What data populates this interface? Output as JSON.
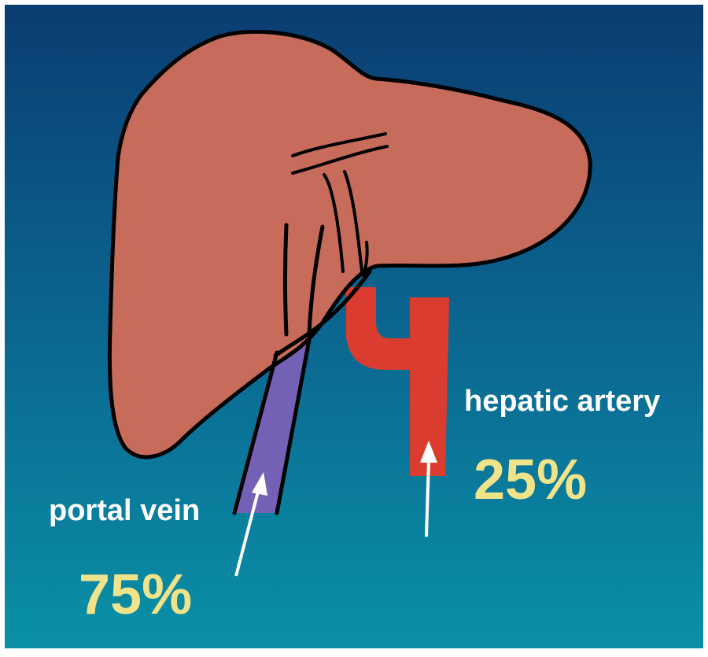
{
  "diagram": {
    "labels": {
      "hepatic_artery": "hepatic artery",
      "portal_vein": "portal vein"
    },
    "percentages": {
      "hepatic_artery": "25%",
      "portal_vein": "75%"
    },
    "colors": {
      "background_top": "#0a3d72",
      "background_bottom": "#0a90a6",
      "liver": "#c76b5a",
      "outline": "#000000",
      "portal_vein": "#7460b4",
      "hepatic_artery": "#da3d2f",
      "arrow": "#ffffff",
      "percent_text": "#f0e38a",
      "label_text": "#ffffff"
    }
  }
}
